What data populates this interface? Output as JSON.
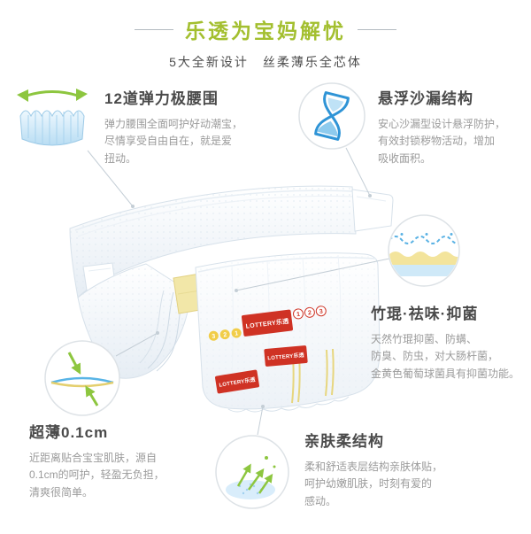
{
  "header": {
    "title": "乐透为宝妈解忧",
    "subtitle": "5大全新设计　丝柔薄乐全芯体"
  },
  "features": [
    {
      "icon": "elastic-waistband-icon",
      "title": "12道弹力极腰围",
      "body": "弹力腰围全面呵护好动潮宝，\n尽情享受自由自在，就是爱\n扭动。"
    },
    {
      "icon": "hourglass-icon",
      "title": "悬浮沙漏结构",
      "body": "安心沙漏型设计悬浮防护，\n有效封锁秽物活动，增加\n吸收面积。"
    },
    {
      "icon": "absorbent-layers-icon",
      "title": "竹琨·祛味·抑菌",
      "body": "天然竹琨抑菌、防螨、\n防臭、防虫，对大肠杆菌，\n金黄色葡萄球菌具有抑菌功能。"
    },
    {
      "icon": "thin-layer-icon",
      "title": "超薄0.1cm",
      "body": "近距离贴合宝宝肌肤，源自\n0.1cm的呵护，轻盈无负担，\n清爽很简单。"
    },
    {
      "icon": "soft-surface-icon",
      "title": "亲肤柔结构",
      "body": "柔和舒适表层结构亲肤体贴，\n呵护幼嫩肌肤，时刻有爱的\n感动。"
    }
  ],
  "product": {
    "logo_text": "LOTTERY乐透",
    "badges_left": [
      "3",
      "2",
      "1"
    ],
    "badges_right": [
      "1",
      "2",
      "3"
    ]
  },
  "colors": {
    "title_green": "#a3bf2f",
    "arrow_green": "#8dc63f",
    "logo_red": "#cf3224",
    "pad_yellow": "#f2e7a8",
    "icon_blue": "#58b4e6"
  }
}
